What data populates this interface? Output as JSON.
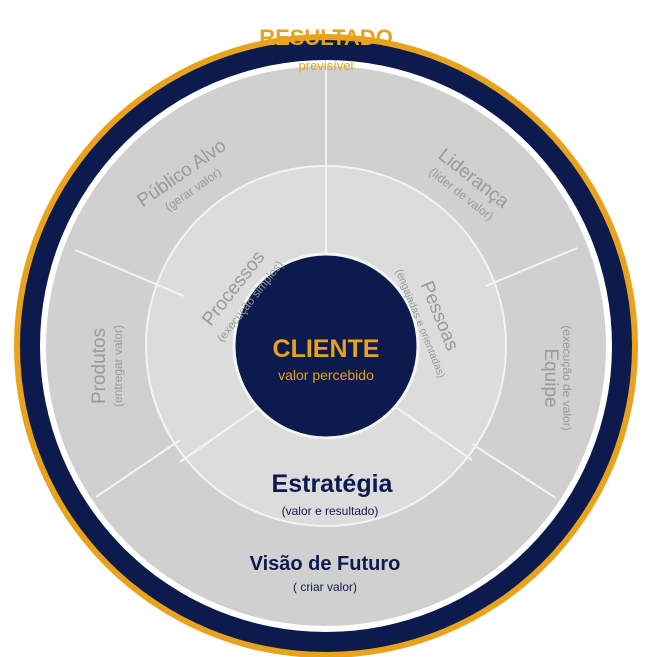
{
  "outer": {
    "title": "RESULTADO",
    "subtitle": "previsível"
  },
  "center": {
    "title": "CLIENTE",
    "subtitle": "valor percebido"
  },
  "inner_ring": {
    "processos": {
      "title": "Processos",
      "subtitle": "(execução simples)"
    },
    "pessoas": {
      "title": "Pessoas",
      "subtitle": "(engajadas e orientadas)"
    },
    "estrategia": {
      "title": "Estratégia",
      "subtitle": "(valor e resultado)"
    }
  },
  "outer_ring": {
    "publico_alvo": {
      "title": "Público Alvo",
      "subtitle": "(gerar valor)"
    },
    "lideranca": {
      "title": "Liderança",
      "subtitle": "(líder de valor)"
    },
    "equipe": {
      "title": "Equipe",
      "subtitle": "(execução de valor)"
    },
    "produtos": {
      "title": "Produtos",
      "subtitle": "(entregar valor)"
    },
    "visao_futuro": {
      "title": "Visão de Futuro",
      "subtitle": "( criar valor)"
    }
  },
  "colors": {
    "navy": "#0d1a4d",
    "gold": "#e8a21c",
    "ring_outer": "#d0d0d0",
    "ring_inner": "#dcdcdc",
    "segment_text": "#9a9a9a",
    "divider": "#f4f4f4"
  }
}
